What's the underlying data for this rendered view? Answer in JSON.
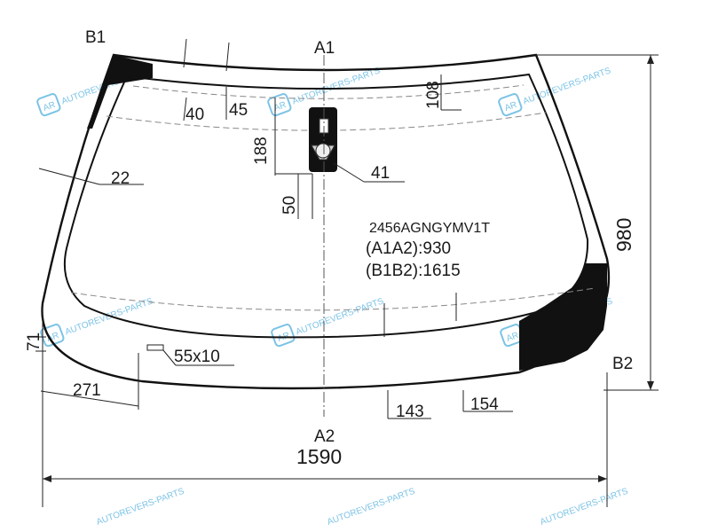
{
  "points": {
    "a1": "A1",
    "a2": "A2",
    "b1": "B1",
    "b2": "B2"
  },
  "dimensions": {
    "d108": "108",
    "d40": "40",
    "d45": "45",
    "d188": "188",
    "d50": "50",
    "d41": "41",
    "d22": "22",
    "d71": "71",
    "d271": "271",
    "d55x10": "55x10",
    "d143": "143",
    "d154": "154",
    "height_980": "980",
    "width_1590": "1590"
  },
  "spec": {
    "code": "2456AGNGYMV1T",
    "a1a2": "(A1A2):930",
    "b1b2": "(B1B2):1615"
  },
  "watermark": {
    "text": "AUTOREVERS-PARTS",
    "logo": "AR"
  },
  "colors": {
    "watermark": "#7cc3e6",
    "line": "#111111"
  }
}
